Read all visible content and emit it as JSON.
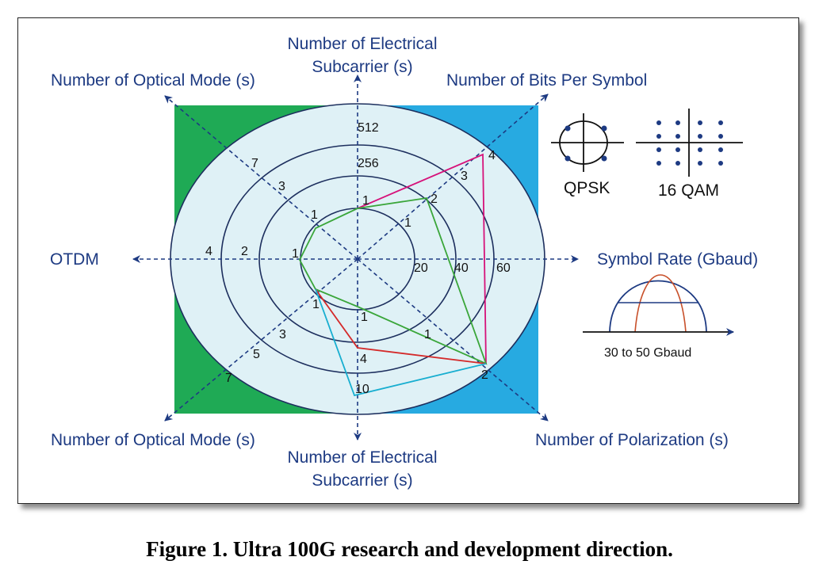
{
  "caption": "Figure 1. Ultra 100G research and development direction.",
  "colors": {
    "left_panel": "#1faa55",
    "right_panel": "#27aae1",
    "disk": "#dff1f6",
    "axis_text": "#1d3a82",
    "magenta_trace": "#d6127a",
    "green_trace": "#3aa63a",
    "red_trace": "#d42a2a",
    "cyan_trace": "#18aed0"
  },
  "axes": {
    "top": "Number of Electrical Subcarrier (s)",
    "top_line1": "Number of Electrical",
    "top_line2": "Subcarrier (s)",
    "top_left": "Number of Optical Mode (s)",
    "top_right": "Number of Bits Per Symbol",
    "left": "OTDM",
    "right": "Symbol Rate (Gbaud)",
    "bottom_left": "Number of Optical Mode (s)",
    "bottom_right": "Number of Polarization (s)",
    "bottom_line1": "Number of Electrical",
    "bottom_line2": "Subcarrier (s)"
  },
  "ticks": {
    "top": [
      "1",
      "256",
      "512"
    ],
    "top_right": [
      "1",
      "2",
      "3",
      "4"
    ],
    "top_left": [
      "1",
      "3",
      "7"
    ],
    "left": [
      "1",
      "2",
      "4"
    ],
    "right": [
      "20",
      "40",
      "60"
    ],
    "bottom_left": [
      "1",
      "3",
      "5",
      "7"
    ],
    "bottom": [
      "1",
      "4",
      "10"
    ],
    "bottom_right": [
      "1",
      "2"
    ]
  },
  "legend": {
    "qpsk": "QPSK",
    "qam16": "16 QAM",
    "baud_range": "30 to 50 Gbaud"
  }
}
